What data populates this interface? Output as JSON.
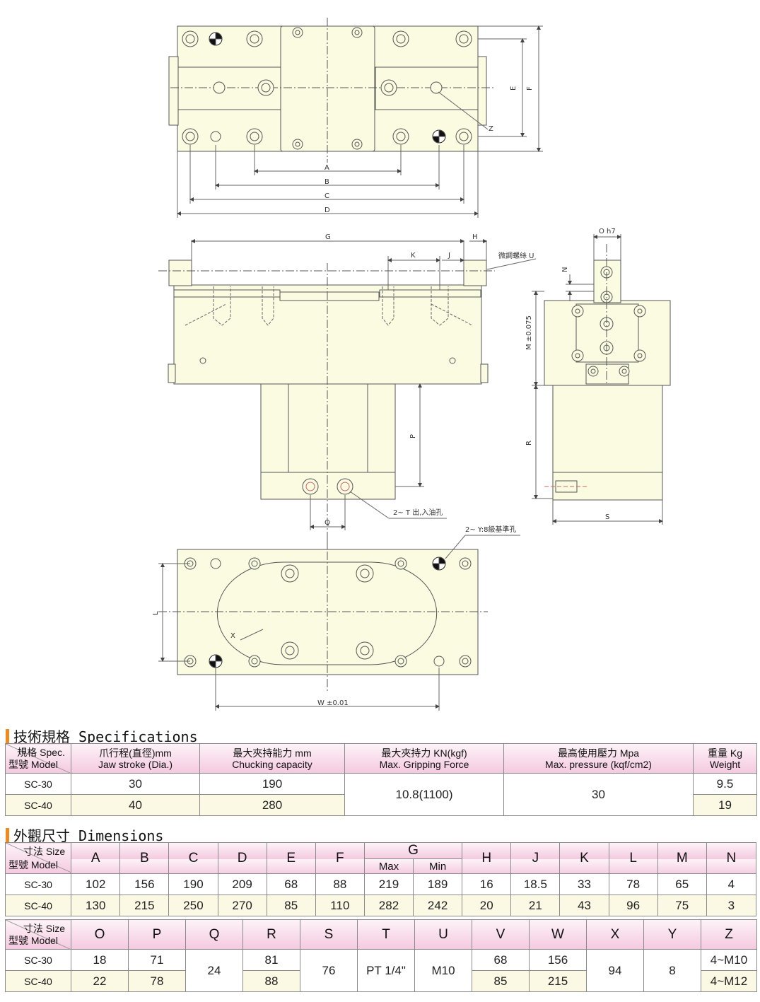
{
  "drawing": {
    "labels": {
      "A": "A",
      "B": "B",
      "C": "C",
      "D": "D",
      "E": "E",
      "F": "F",
      "Z": "Z",
      "G": "G",
      "H": "H",
      "K": "K",
      "J": "J",
      "U": "微調螺絲 U",
      "N": "N",
      "O": "O h7",
      "M": "M ±0.075",
      "P": "P",
      "R": "R",
      "S": "S",
      "Q": "Q",
      "T": "2~ T 出,入油孔",
      "Y": "2~ Y:8級基準孔",
      "X": "X",
      "L": "L",
      "W": "W ±0.01"
    }
  },
  "specs": {
    "title": "技術規格 Specifications",
    "corner": {
      "size": "規格 Spec.",
      "model": "型號 Model"
    },
    "headers": [
      {
        "zh": "爪行程(直徑)mm",
        "en": "Jaw stroke (Dia.)"
      },
      {
        "zh": "最大夾持能力 mm",
        "en": "Chucking capacity"
      },
      {
        "zh": "最大夾持力 KN(kgf)",
        "en": "Max. Gripping Force"
      },
      {
        "zh": "最高使用壓力 Mpa",
        "en": "Max. pressure (kqf/cm2)"
      },
      {
        "zh": "重量 Kg",
        "en": "Weight"
      }
    ],
    "rows": [
      {
        "model": "SC-30",
        "stroke": "30",
        "capacity": "190",
        "weight": "9.5"
      },
      {
        "model": "SC-40",
        "stroke": "40",
        "capacity": "280",
        "weight": "19"
      }
    ],
    "force": "10.8(1100)",
    "pressure": "30"
  },
  "dimensions": {
    "title": "外觀尺寸 Dimensions",
    "corner": {
      "size": "寸法 Size",
      "model": "型號 Model"
    },
    "table1": {
      "cols_before": [
        "A",
        "B",
        "C",
        "D",
        "E",
        "F"
      ],
      "g": {
        "label": "G",
        "max": "Max",
        "min": "Min"
      },
      "cols_after": [
        "H",
        "J",
        "K",
        "L",
        "M",
        "N"
      ],
      "rows": [
        {
          "model": "SC-30",
          "before": [
            "102",
            "156",
            "190",
            "209",
            "68",
            "88"
          ],
          "gmax": "219",
          "gmin": "189",
          "after": [
            "16",
            "18.5",
            "33",
            "78",
            "65",
            "4"
          ]
        },
        {
          "model": "SC-40",
          "before": [
            "130",
            "215",
            "250",
            "270",
            "85",
            "110"
          ],
          "gmax": "282",
          "gmin": "242",
          "after": [
            "20",
            "21",
            "43",
            "96",
            "75",
            "3"
          ]
        }
      ]
    },
    "table2": {
      "cols": [
        "O",
        "P",
        "Q",
        "R",
        "S",
        "T",
        "U",
        "V",
        "W",
        "X",
        "Y",
        "Z"
      ],
      "rows": [
        {
          "model": "SC-30",
          "O": "18",
          "P": "71",
          "R": "81",
          "V": "68",
          "W": "156",
          "Z": "4~M10"
        },
        {
          "model": "SC-40",
          "O": "22",
          "P": "78",
          "R": "88",
          "V": "85",
          "W": "215",
          "Z": "4~M12"
        }
      ],
      "Q": "24",
      "S": "76",
      "T": "PT 1/4\"",
      "U": "M10",
      "X": "94",
      "Y": "8"
    }
  }
}
